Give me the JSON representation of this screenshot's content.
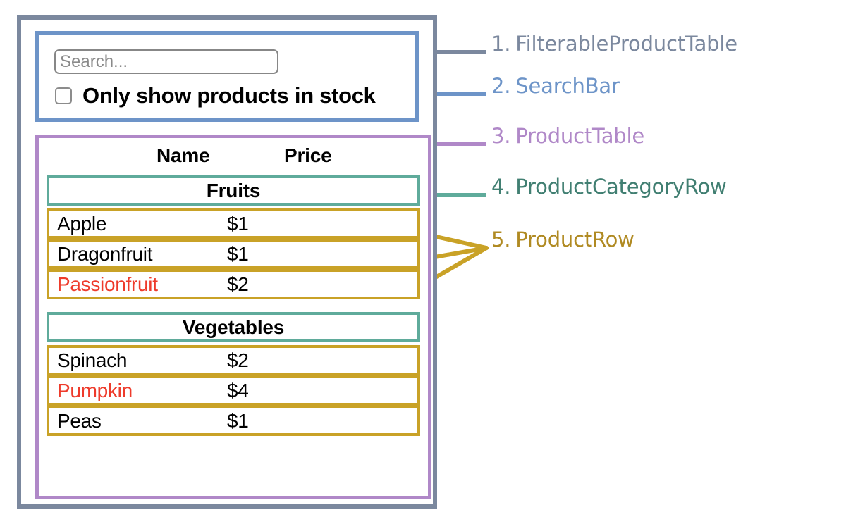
{
  "app": {
    "search": {
      "placeholder": "Search...",
      "value": ""
    },
    "stock_filter": {
      "label": "Only show products in stock",
      "checked": false
    },
    "table": {
      "columns": [
        "Name",
        "Price"
      ],
      "groups": [
        {
          "category": "Fruits",
          "rows": [
            {
              "name": "Apple",
              "price": "$1",
              "in_stock": true
            },
            {
              "name": "Dragonfruit",
              "price": "$1",
              "in_stock": true
            },
            {
              "name": "Passionfruit",
              "price": "$2",
              "in_stock": false
            }
          ]
        },
        {
          "category": "Vegetables",
          "rows": [
            {
              "name": "Spinach",
              "price": "$2",
              "in_stock": true
            },
            {
              "name": "Pumpkin",
              "price": "$4",
              "in_stock": false
            },
            {
              "name": "Peas",
              "price": "$1",
              "in_stock": true
            }
          ]
        }
      ]
    }
  },
  "annotations": [
    {
      "number": "1.",
      "name": "FilterableProductTable",
      "color": "#7b889e"
    },
    {
      "number": "2.",
      "name": "SearchBar",
      "color": "#6d94c8"
    },
    {
      "number": "3.",
      "name": "ProductTable",
      "color": "#b088c8"
    },
    {
      "number": "4.",
      "name": "ProductCategoryRow",
      "color": "#5fab9b"
    },
    {
      "number": "5.",
      "name": "ProductRow",
      "color": "#c9a227"
    }
  ],
  "colors": {
    "filterable_product_table": "#7b889e",
    "search_bar": "#6d94c8",
    "product_table": "#b088c8",
    "product_category_row": "#5fab9b",
    "product_row": "#c9a227",
    "out_of_stock_text": "#ee3b2b",
    "placeholder_text": "#8a8a8a",
    "background": "#ffffff"
  }
}
